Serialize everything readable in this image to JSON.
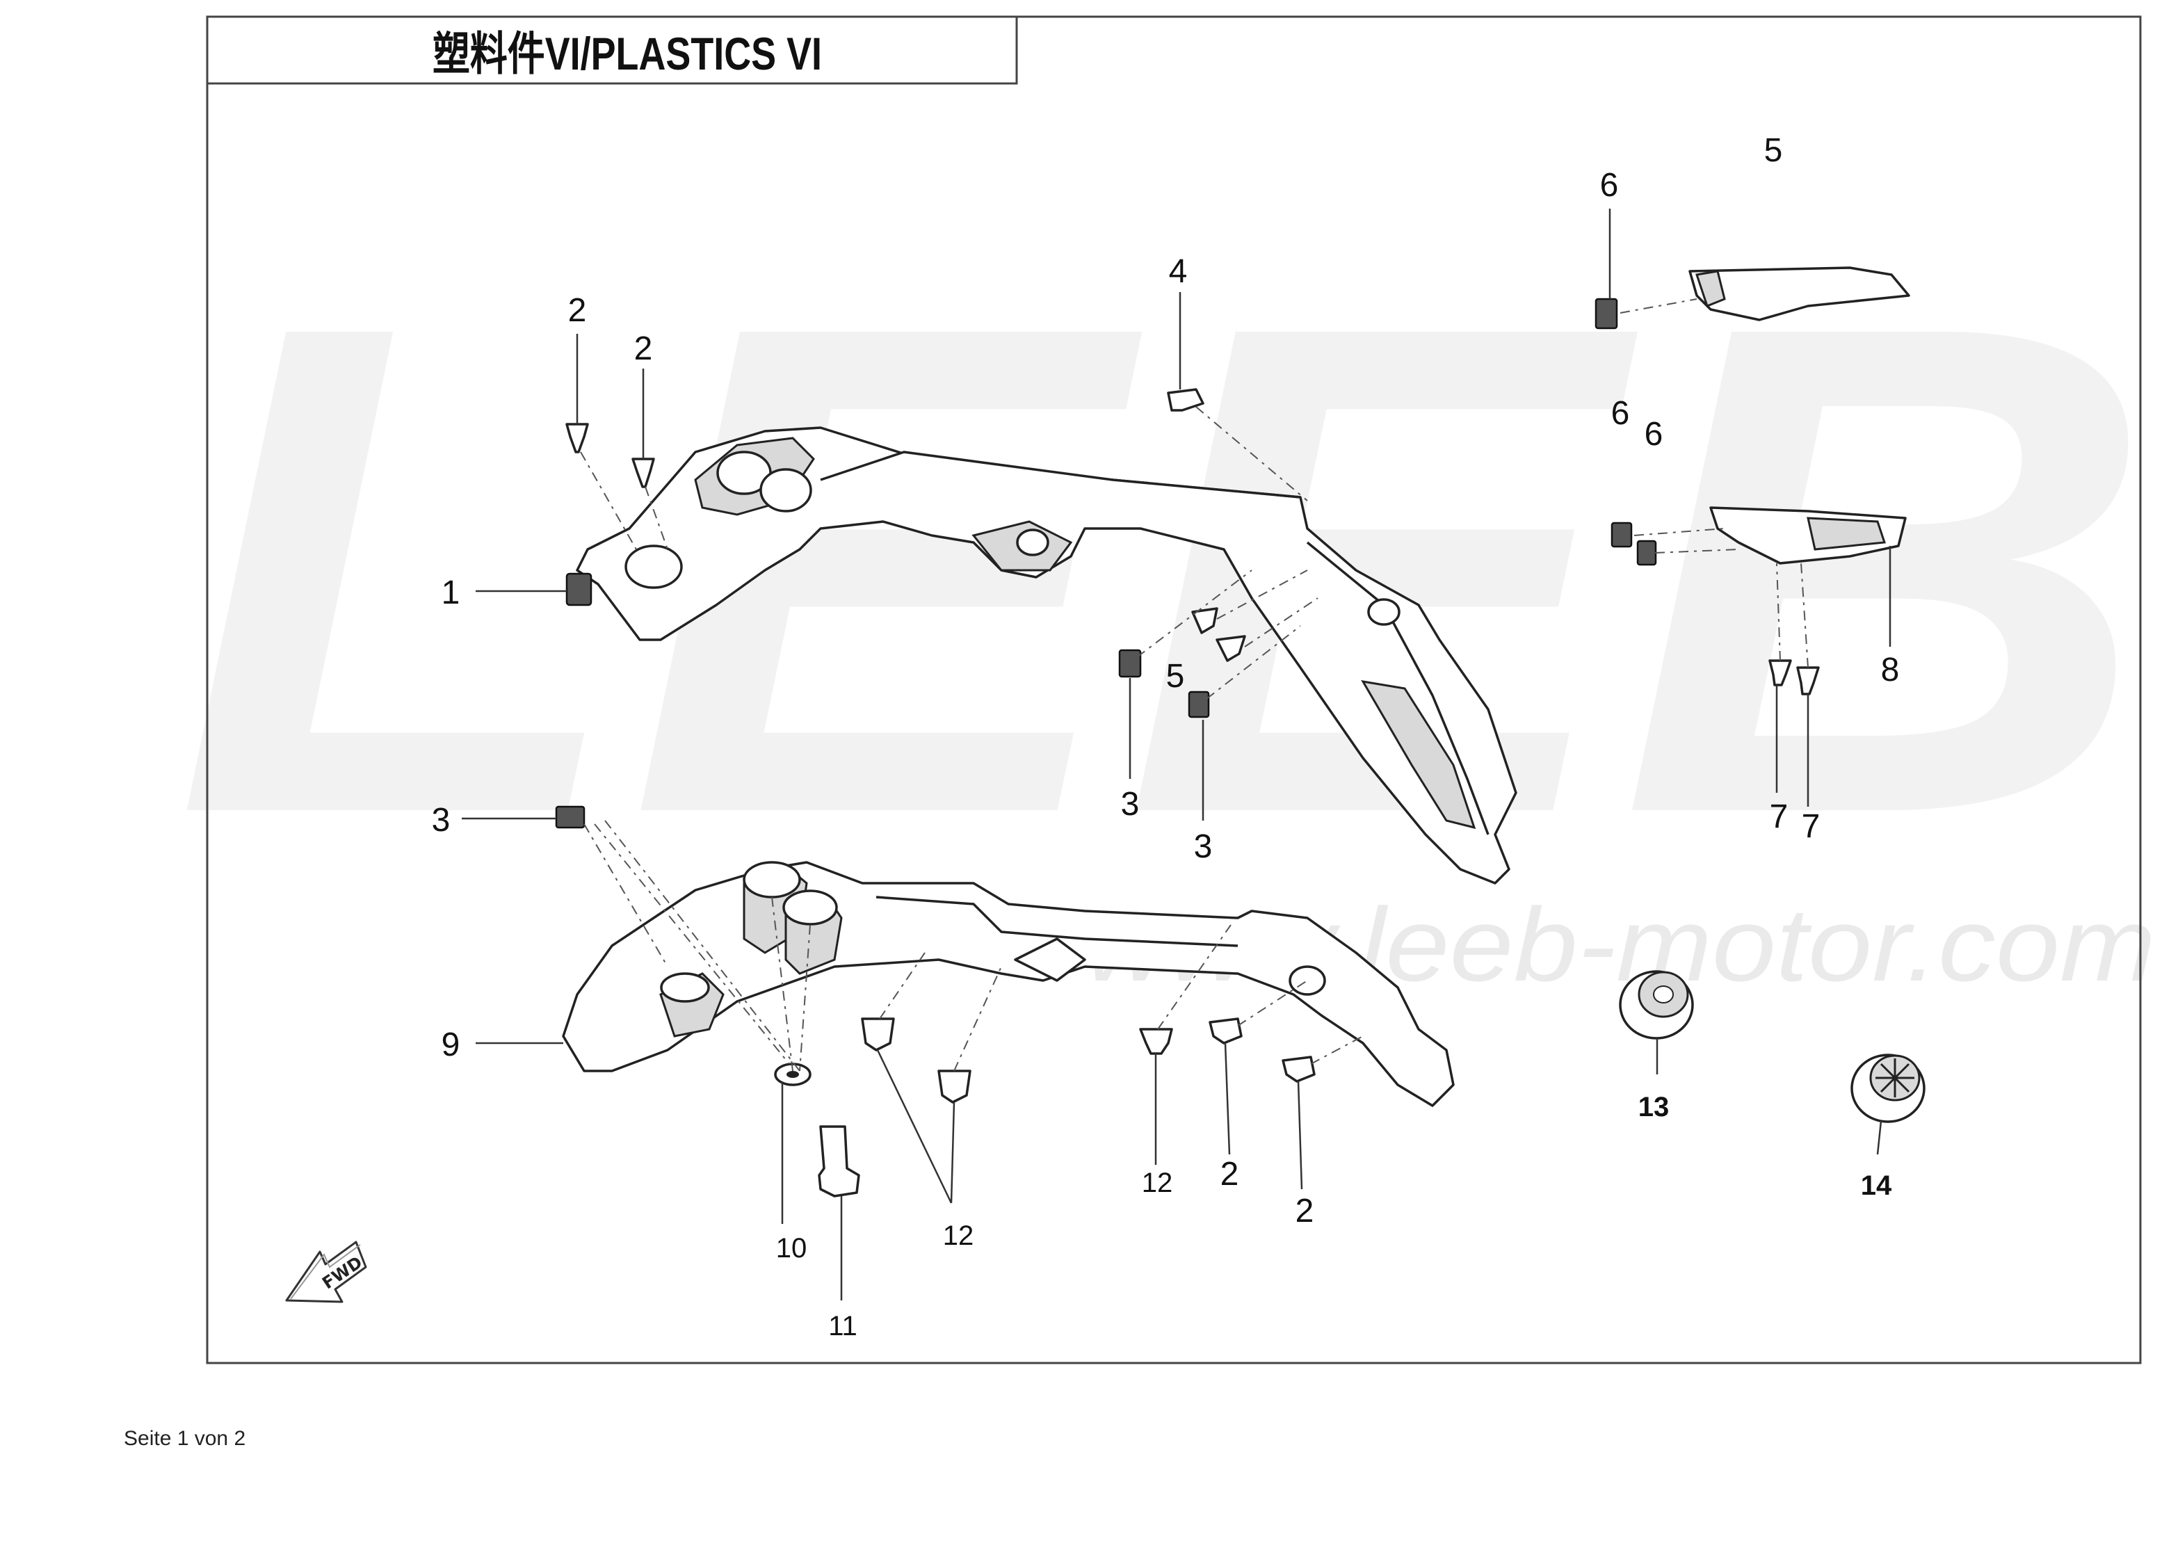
{
  "title": "塑料件VI/PLASTICS VI",
  "watermark": {
    "logo": "LEEB",
    "url": "www.leeb-motor.com"
  },
  "fwd_label": "FWD",
  "footer": "Seite 1 von 2",
  "callouts": [
    {
      "id": "c1",
      "label": "1"
    },
    {
      "id": "c2a",
      "label": "2"
    },
    {
      "id": "c2b",
      "label": "2"
    },
    {
      "id": "c2c",
      "label": "2"
    },
    {
      "id": "c2d",
      "label": "2"
    },
    {
      "id": "c3a",
      "label": "3"
    },
    {
      "id": "c3b",
      "label": "3"
    },
    {
      "id": "c3c",
      "label": "3"
    },
    {
      "id": "c4",
      "label": "4"
    },
    {
      "id": "c5a",
      "label": "5"
    },
    {
      "id": "c5b",
      "label": "5"
    },
    {
      "id": "c6a",
      "label": "6"
    },
    {
      "id": "c6b",
      "label": "6"
    },
    {
      "id": "c6c",
      "label": "6"
    },
    {
      "id": "c7a",
      "label": "7"
    },
    {
      "id": "c7b",
      "label": "7"
    },
    {
      "id": "c8",
      "label": "8"
    },
    {
      "id": "c9",
      "label": "9"
    },
    {
      "id": "c10",
      "label": "10"
    },
    {
      "id": "c11",
      "label": "11"
    },
    {
      "id": "c12a",
      "label": "12"
    },
    {
      "id": "c12b",
      "label": "12"
    },
    {
      "id": "c13",
      "label": "13"
    },
    {
      "id": "c14",
      "label": "14"
    }
  ]
}
